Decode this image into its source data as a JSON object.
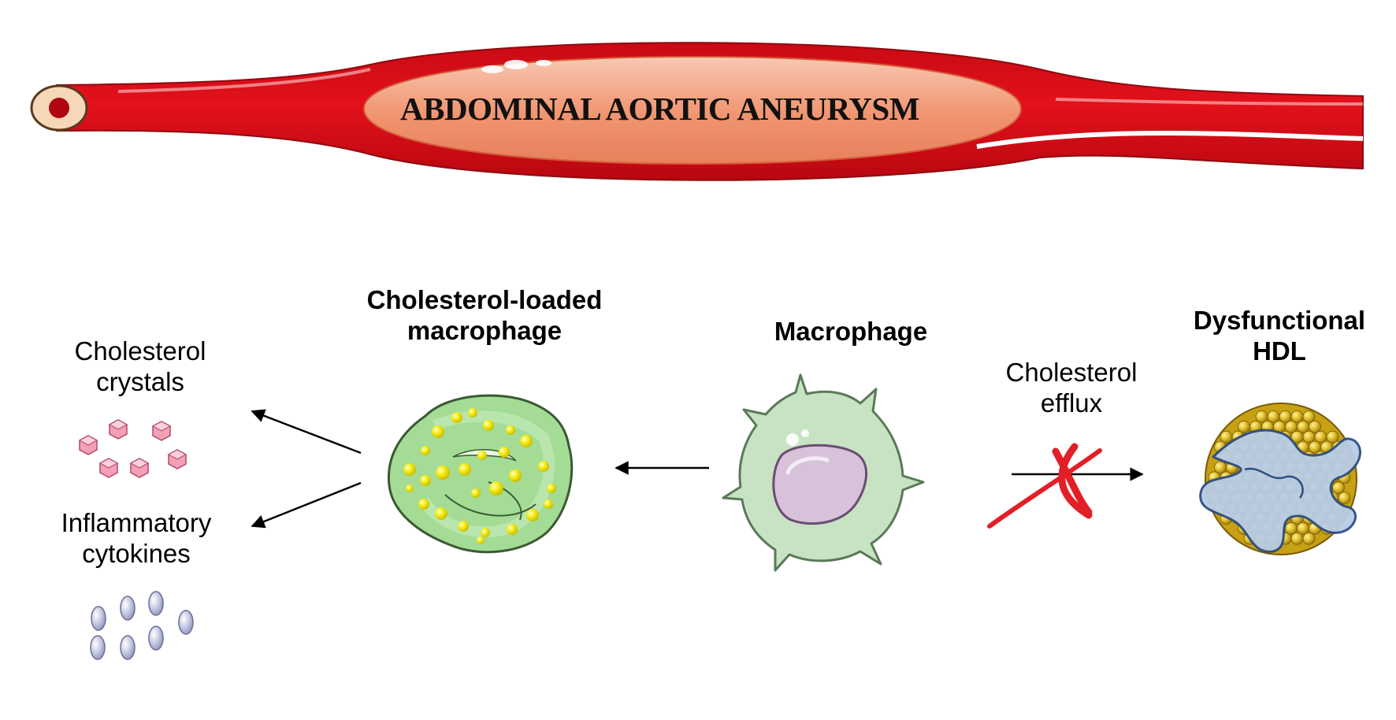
{
  "title": "ABDOMINAL AORTIC ANEURYSM",
  "labels": {
    "crystals": [
      "Cholesterol",
      "crystals"
    ],
    "cytokines": [
      "Inflammatory",
      "cytokines"
    ],
    "loaded_macrophage": [
      "Cholesterol-loaded",
      "macrophage"
    ],
    "macrophage": "Macrophage",
    "efflux": [
      "Cholesterol",
      "efflux"
    ],
    "hdl": [
      "Dysfunctional",
      "HDL"
    ]
  },
  "colors": {
    "aorta": "#e3111c",
    "aneurysm_fill": "#f08f6e",
    "macrophage": "#c8e2c4",
    "nucleus": "#d8c2da",
    "loaded_macrophage": "#a4dc96",
    "lipid_droplet": "#f4ec10",
    "hdl_particle": "#e0c02a",
    "hdl_protein": "#b8cce6",
    "crystal": "#f3a0b6",
    "cytokine": "#b9bdd9",
    "cross": "#e21f26"
  }
}
